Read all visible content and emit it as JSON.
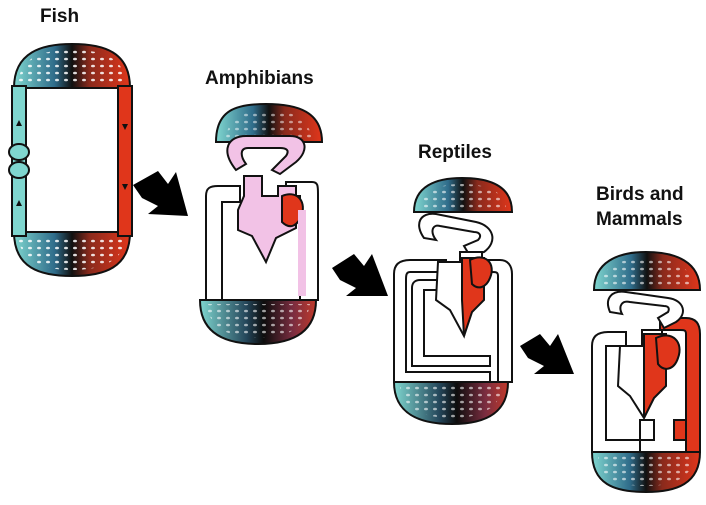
{
  "labels": {
    "fish": "Fish",
    "amphibians": "Amphibians",
    "reptiles": "Reptiles",
    "birds_line1": "Birds and",
    "birds_line2": "Mammals"
  },
  "colors": {
    "oxygenated": "#e0361b",
    "deoxygenated": "#7fd6cf",
    "mixed": "#f2c2e6",
    "outline": "#111111",
    "arrow": "#000000"
  },
  "icons": [
    "fish-circulation-icon",
    "amphibian-circulation-icon",
    "reptile-circulation-icon",
    "bird-mammal-circulation-icon",
    "arrow-right-down-icon"
  ]
}
